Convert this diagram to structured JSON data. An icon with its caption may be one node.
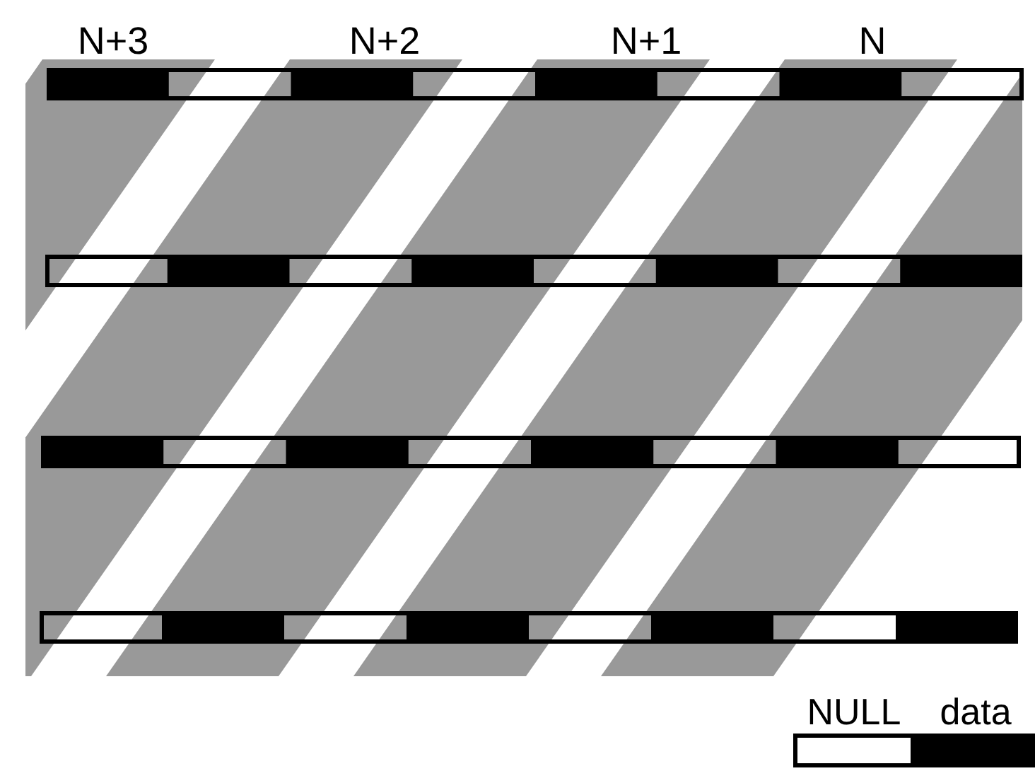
{
  "diagram": {
    "labels": [
      "N+3",
      "N+2",
      "N+1",
      "N"
    ],
    "legend": [
      {
        "text": "NULL",
        "color": "#ffffff"
      },
      {
        "text": "data",
        "color": "#000000"
      }
    ]
  }
}
